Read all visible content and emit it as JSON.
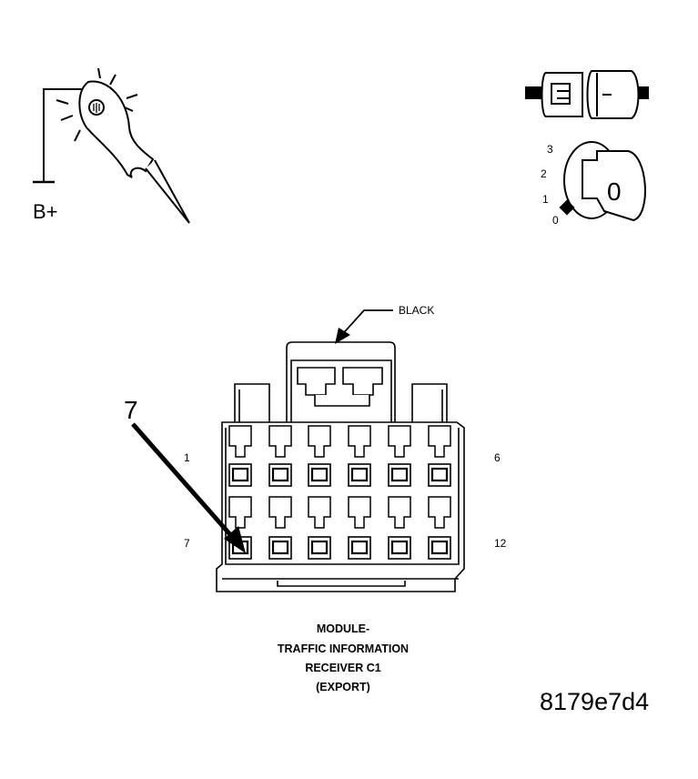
{
  "test_light": {
    "label": "B+"
  },
  "ignition": {
    "positions": [
      "3",
      "2",
      "1",
      "0"
    ],
    "key_mark": "0"
  },
  "connector": {
    "color_label": "BLACK",
    "callout_pin": "7",
    "pin_labels": {
      "top_left": "1",
      "top_right": "6",
      "bottom_left": "7",
      "bottom_right": "12"
    }
  },
  "caption": {
    "lines": [
      "MODULE-",
      "TRAFFIC INFORMATION",
      "RECEIVER C1",
      "(EXPORT)"
    ]
  },
  "figure_id": "8179e7d4"
}
